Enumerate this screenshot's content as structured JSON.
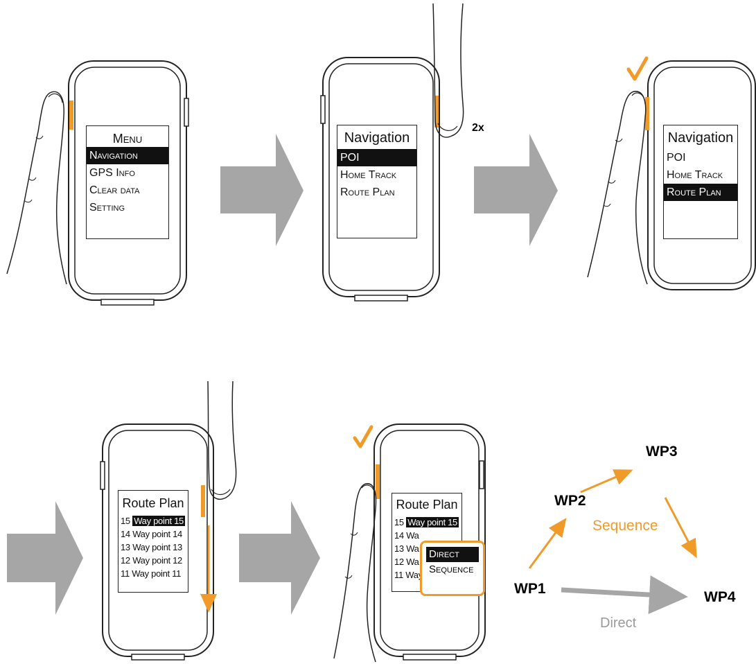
{
  "colors": {
    "accent": "#f09a2a",
    "arrow": "#a6a6a6",
    "ink": "#222222"
  },
  "panel1": {
    "title": "Menu",
    "items": [
      {
        "label": "Navigation",
        "selected": true
      },
      {
        "label": "GPS Info",
        "selected": false
      },
      {
        "label": "Clear data",
        "selected": false
      },
      {
        "label": "Setting",
        "selected": false
      }
    ]
  },
  "panel2": {
    "title": "Navigation",
    "items": [
      {
        "label": "POI",
        "selected": true
      },
      {
        "label": "Home Track",
        "selected": false
      },
      {
        "label": "Route Plan",
        "selected": false
      }
    ],
    "press_count": "2x"
  },
  "panel3": {
    "title": "Navigation",
    "items": [
      {
        "label": "POI",
        "selected": false
      },
      {
        "label": "Home Track",
        "selected": false
      },
      {
        "label": "Route Plan",
        "selected": true
      }
    ]
  },
  "panel4": {
    "title": "Route Plan",
    "items": [
      {
        "num": "15",
        "name": "Way point 15",
        "selected": true
      },
      {
        "num": "14",
        "name": "Way point 14",
        "selected": false
      },
      {
        "num": "13",
        "name": "Way point 13",
        "selected": false
      },
      {
        "num": "12",
        "name": "Way point 12",
        "selected": false
      },
      {
        "num": "11",
        "name": "Way point 11",
        "selected": false
      }
    ]
  },
  "panel5": {
    "title": "Route Plan",
    "items": [
      {
        "num": "15",
        "name": "Way point 15",
        "selected": true
      },
      {
        "num": "14",
        "name": "Wa",
        "selected": false
      },
      {
        "num": "13",
        "name": "Wa",
        "selected": false
      },
      {
        "num": "12",
        "name": "Wa",
        "selected": false
      },
      {
        "num": "11",
        "name": "Way",
        "selected": false
      }
    ],
    "popup": [
      {
        "label": "Direct",
        "selected": true
      },
      {
        "label": "Sequence",
        "selected": false
      }
    ]
  },
  "route_diagram": {
    "wp1": "WP1",
    "wp2": "WP2",
    "wp3": "WP3",
    "wp4": "WP4",
    "sequence_label": "Sequence",
    "direct_label": "Direct"
  }
}
